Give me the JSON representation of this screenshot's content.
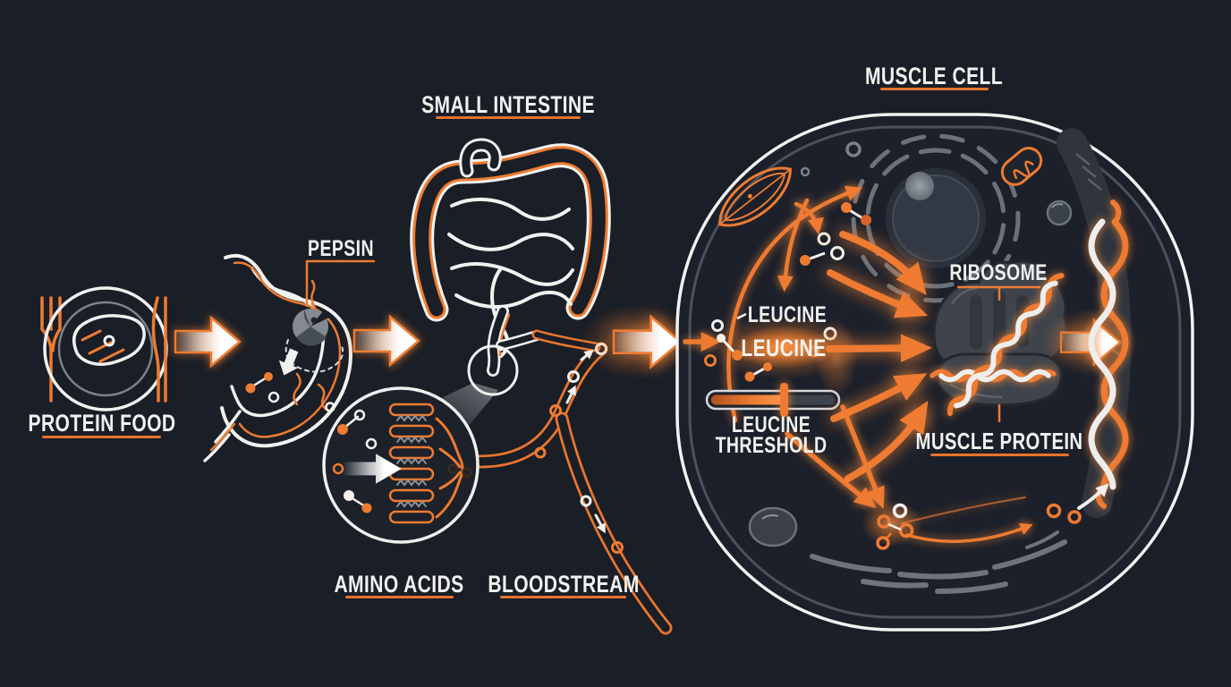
{
  "labels": {
    "protein_food": "PROTEIN FOOD",
    "pepsin": "PEPSIN",
    "small_intestine": "SMALL INTESTINE",
    "amino_acids": "AMINO ACIDS",
    "bloodstream": "BLOODSTREAM",
    "muscle_cell": "MUSCLE CELL",
    "leucine": "LEUCINE",
    "leucine_glow": "LEUCINE",
    "threshold_line1": "LEUCINE",
    "threshold_line2": "THRESHOLD",
    "ribosome": "RIBOSOME",
    "muscle_protein": "MUSCLE PROTEIN"
  },
  "gauge": {
    "percent_filled": 57,
    "fill_width": "84",
    "track_width": "138",
    "marker_x": "872"
  },
  "colors": {
    "background": "#1a1e26",
    "accent_orange": "#ee7b31",
    "glow_orange": "#ff8c3c",
    "line_white": "#f1f2f0",
    "line_gray": "#717883",
    "underline_orange": "#e8732c",
    "organelle_fill": "#39404a"
  },
  "icons": {
    "fork-icon": "fork cutlery",
    "knife-icon": "knife cutlery",
    "plate-icon": "dinner plate",
    "steak-icon": "steak on plate",
    "stomach-icon": "stomach outline",
    "pepsin-enzyme-icon": "enzyme cutting protein",
    "intestine-icon": "small and large intestine",
    "magnifier-circle-icon": "zoom source circle",
    "villi-icon": "intestinal villi absorption",
    "amino-acid-molecule-icon": "amino acid molecules",
    "bloodstream-vessel-icon": "blood vessel with amino acids",
    "muscle-cell-membrane-icon": "muscle cell membrane",
    "muscle-fiber-icon": "muscle spindle",
    "nucleus-icon": "nucleus with endoplasmic reticulum",
    "mitochondria-icon": "mitochondria",
    "ribosome-icon": "ribosome",
    "protein-strand-icon": "twisted protein strand",
    "muscle-fiber-braid-icon": "braided muscle fiber",
    "flow-arrow-icon": "process flow arrow",
    "leucine-gauge-icon": "leucine threshold gauge"
  }
}
